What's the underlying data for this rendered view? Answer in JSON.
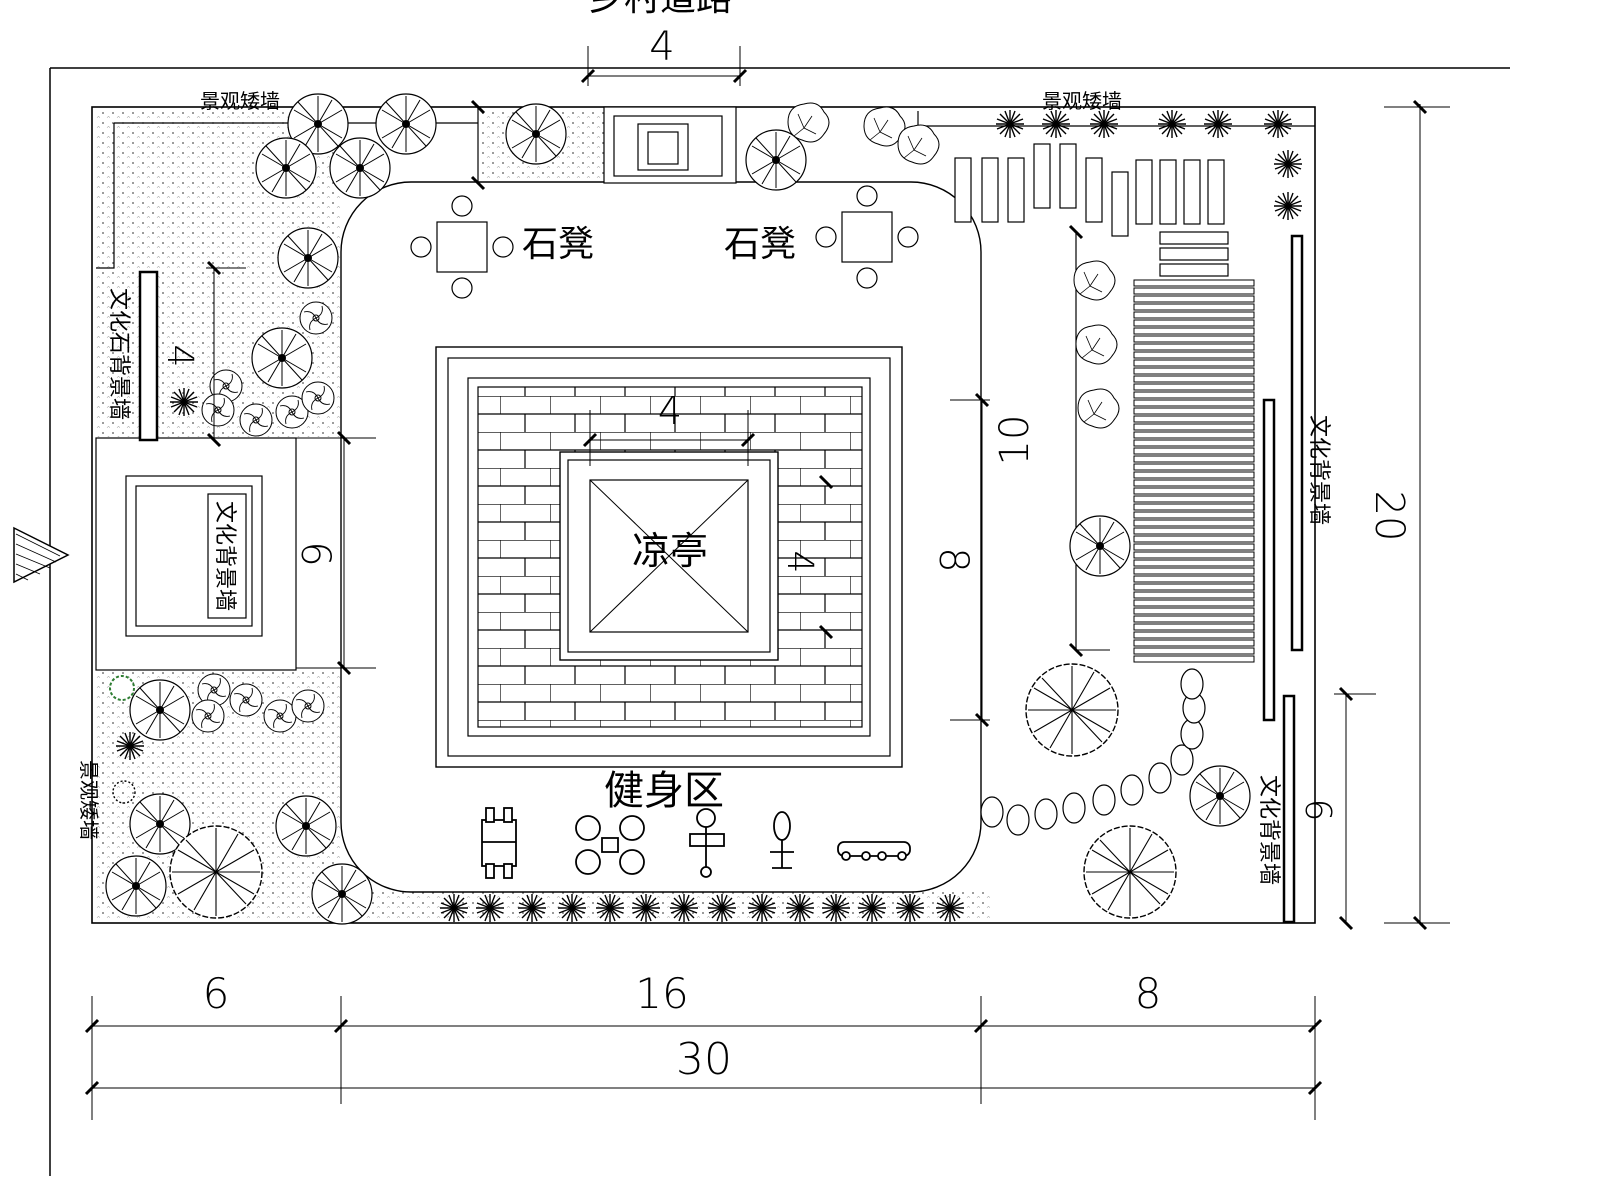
{
  "labels": {
    "road": "乡村道路",
    "low_wall_top_left": "景观矮墙",
    "low_wall_top_right": "景观矮墙",
    "low_wall_left": "景观矮墙",
    "stone_bench_left": "石凳",
    "stone_bench_right": "石凳",
    "pavilion": "凉亭",
    "fitness_area": "健身区",
    "culture_stone_wall": "文化石背景墙",
    "culture_wall_left": "文化背景墙",
    "culture_wall_right": "文化背景墙",
    "culture_wall_bottom_right": "文化背景墙"
  },
  "dimensions": {
    "road_width": "4",
    "left_wall_len": "4",
    "pavilion_width": "4",
    "pavilion_height": "4",
    "plaza_height": "8",
    "left_court": "6",
    "right_wall_len": "10",
    "total_height": "20",
    "bottom_right": "6",
    "seg_left": "6",
    "seg_mid": "16",
    "seg_right": "8",
    "total_width": "30"
  },
  "colors": {
    "line": "#000000",
    "accent_shrub": "#2e7d32"
  }
}
